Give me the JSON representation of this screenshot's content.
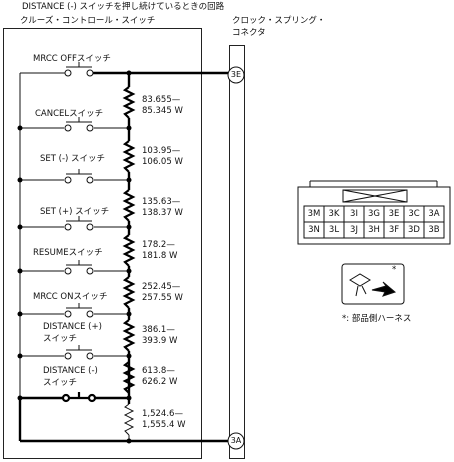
{
  "header": {
    "title": "DISTANCE (-) スイッチを押し続けているときの回路",
    "left_label": "クルーズ・コントロール・スイッチ",
    "right_label_line1": "クロック・スプリング・",
    "right_label_line2": "コネクタ"
  },
  "switches": [
    {
      "name": "MRCC OFFスイッチ"
    },
    {
      "name": "CANCELスイッチ"
    },
    {
      "name": "SET (-) スイッチ"
    },
    {
      "name": "SET (+) スイッチ"
    },
    {
      "name": "RESUMEスイッチ"
    },
    {
      "name": "MRCC ONスイッチ"
    },
    {
      "name_line1": "DISTANCE (+)",
      "name_line2": "スイッチ"
    },
    {
      "name_line1": "DISTANCE (-)",
      "name_line2": "スイッチ"
    }
  ],
  "resistors": [
    {
      "line1": "83.655—",
      "line2": "85.345 W"
    },
    {
      "line1": "103.95—",
      "line2": "106.05 W"
    },
    {
      "line1": "135.63—",
      "line2": "138.37 W"
    },
    {
      "line1": "178.2—",
      "line2": "181.8 W"
    },
    {
      "line1": "252.45—",
      "line2": "257.55 W"
    },
    {
      "line1": "386.1—",
      "line2": "393.9 W"
    },
    {
      "line1": "613.8—",
      "line2": "626.2 W"
    },
    {
      "line1": "1,524.6—",
      "line2": "1,555.4 W"
    }
  ],
  "terminals": {
    "top": "3E",
    "bottom": "3A"
  },
  "connector": {
    "row1": [
      "3M",
      "3K",
      "3I",
      "3G",
      "3E",
      "3C",
      "3A"
    ],
    "row2": [
      "3N",
      "3L",
      "3J",
      "3H",
      "3F",
      "3D",
      "3B"
    ],
    "harness_mark": "*",
    "harness_note": "*: 部品側ハーネス"
  }
}
